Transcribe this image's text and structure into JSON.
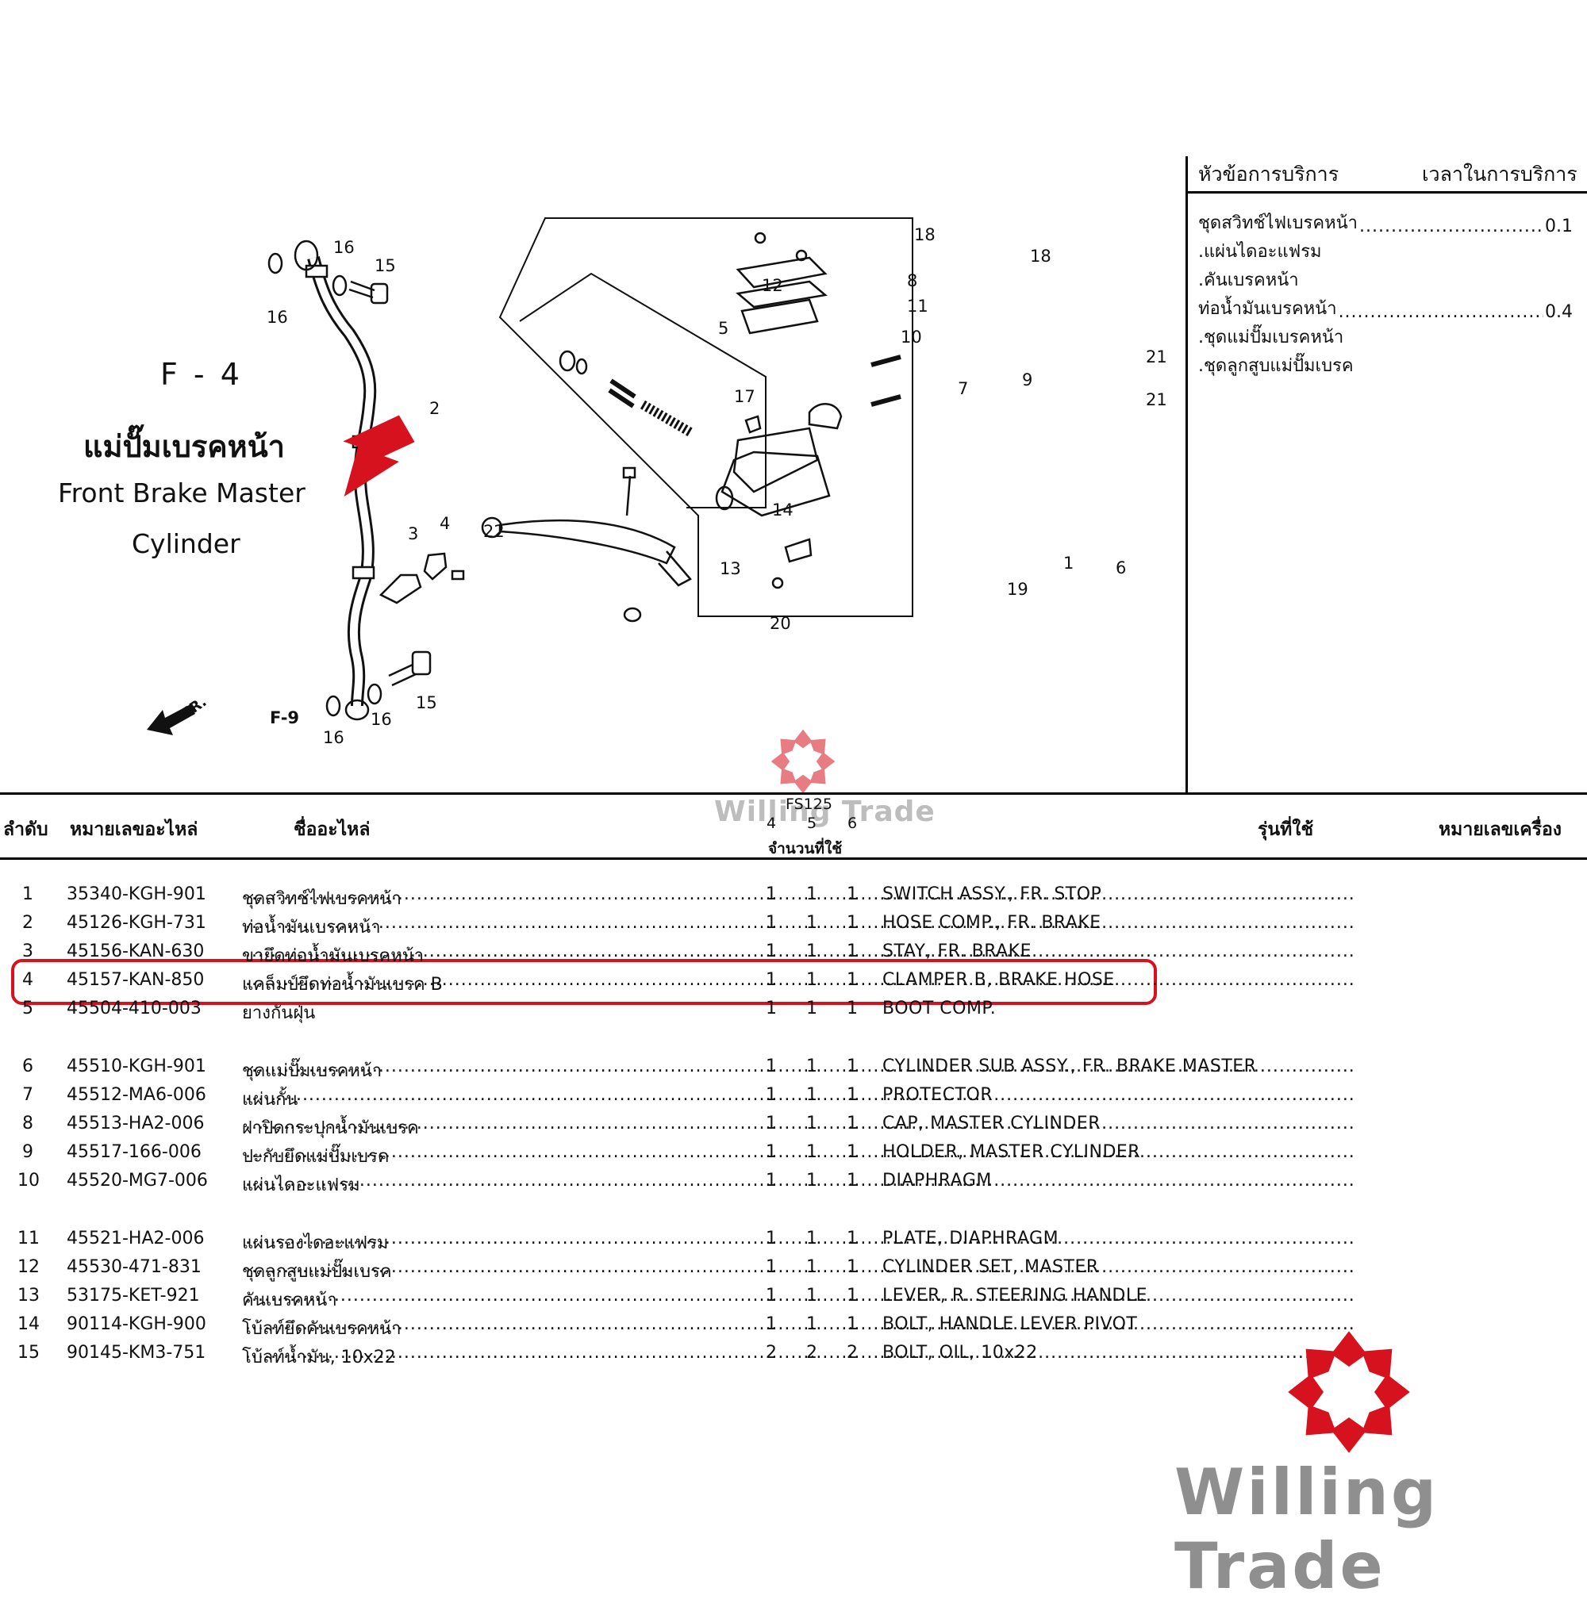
{
  "figure": {
    "code": "F - 4",
    "title_thai": "แม่ปั๊มเบรคหน้า",
    "title_en_line1": "Front Brake Master",
    "title_en_line2": "Cylinder",
    "ref_fr": "FR.",
    "ref_f9": "F-9",
    "callouts": [
      "1",
      "2",
      "3",
      "4",
      "5",
      "6",
      "7",
      "8",
      "9",
      "10",
      "11",
      "12",
      "13",
      "14",
      "15",
      "16",
      "17",
      "18",
      "19",
      "20",
      "21",
      "22"
    ]
  },
  "service": {
    "header_left": "หัวข้อการบริการ",
    "header_right": "เวลาในการบริการ",
    "rows": [
      {
        "label": "ชุดสวิทช์ไฟเบรคหน้า",
        "time": "0.1"
      },
      {
        "label": ".แผ่นไดอะแฟรม",
        "time": ""
      },
      {
        "label": ".คันเบรคหน้า",
        "time": ""
      },
      {
        "label": "ท่อน้ำมันเบรคหน้า",
        "time": "0.4"
      },
      {
        "label": ".ชุดแม่ปั๊มเบรคหน้า",
        "time": ""
      },
      {
        "label": ".ชุดลูกสูบแม่ปั๊มเบรค",
        "time": ""
      }
    ]
  },
  "table": {
    "col_no": "ลำดับ",
    "col_part": "หมายเลขอะไหล่",
    "col_name": "ชื่ออะไหล่",
    "model": "FS125",
    "qty_cols": [
      "4",
      "5",
      "6"
    ],
    "qty_label": "จำนวนที่ใช้",
    "col_model": "รุ่นที่ใช้",
    "col_engine": "หมายเลขเครื่อง",
    "rows": [
      {
        "no": "1",
        "part": "35340-KGH-901",
        "thai": "ชุดสวิทช์ไฟเบรคหน้า",
        "q": [
          "1",
          "1",
          "1"
        ],
        "en": "SWITCH ASSY., FR. STOP"
      },
      {
        "no": "2",
        "part": "45126-KGH-731",
        "thai": "ท่อน้ำมันเบรคหน้า",
        "q": [
          "1",
          "1",
          "1"
        ],
        "en": "HOSE COMP., FR. BRAKE"
      },
      {
        "no": "3",
        "part": "45156-KAN-630",
        "thai": "ขายึดท่อน้ำมันเบรคหน้า",
        "q": [
          "1",
          "1",
          "1"
        ],
        "en": "STAY, FR. BRAKE"
      },
      {
        "no": "4",
        "part": "45157-KAN-850",
        "thai": "แคล็มป์ยึดท่อน้ำมันเบรค B",
        "q": [
          "1",
          "1",
          "1"
        ],
        "en": "CLAMPER B, BRAKE HOSE"
      },
      {
        "no": "5",
        "part": "45504-410-003",
        "thai": "ยางกันฝุ่น",
        "q": [
          "1",
          "1",
          "1"
        ],
        "en": "BOOT COMP."
      },
      {
        "no": "6",
        "part": "45510-KGH-901",
        "thai": "ชุดแม่ปั๊มเบรคหน้า",
        "q": [
          "1",
          "1",
          "1"
        ],
        "en": "CYLINDER SUB ASSY., FR. BRAKE MASTER"
      },
      {
        "no": "7",
        "part": "45512-MA6-006",
        "thai": "แผ่นกั้น",
        "q": [
          "1",
          "1",
          "1"
        ],
        "en": "PROTECTOR"
      },
      {
        "no": "8",
        "part": "45513-HA2-006",
        "thai": "ฝาปิดกระปุกน้ำมันเบรค",
        "q": [
          "1",
          "1",
          "1"
        ],
        "en": "CAP, MASTER CYLINDER"
      },
      {
        "no": "9",
        "part": "45517-166-006",
        "thai": "ปะกับยึดแม่ปั๊มเบรค",
        "q": [
          "1",
          "1",
          "1"
        ],
        "en": "HOLDER, MASTER CYLINDER"
      },
      {
        "no": "10",
        "part": "45520-MG7-006",
        "thai": "แผ่นไดอะแฟรม",
        "q": [
          "1",
          "1",
          "1"
        ],
        "en": "DIAPHRAGM"
      },
      {
        "no": "11",
        "part": "45521-HA2-006",
        "thai": "แผ่นรองไดอะแฟรม",
        "q": [
          "1",
          "1",
          "1"
        ],
        "en": "PLATE, DIAPHRAGM"
      },
      {
        "no": "12",
        "part": "45530-471-831",
        "thai": "ชุดลูกสูบแม่ปั๊มเบรค",
        "q": [
          "1",
          "1",
          "1"
        ],
        "en": "CYLINDER SET, MASTER"
      },
      {
        "no": "13",
        "part": "53175-KET-921",
        "thai": "คันเบรคหน้า",
        "q": [
          "1",
          "1",
          "1"
        ],
        "en": "LEVER, R. STEERING HANDLE"
      },
      {
        "no": "14",
        "part": "90114-KGH-900",
        "thai": "โบ้ลท์ยึดคันเบรคหน้า",
        "q": [
          "1",
          "1",
          "1"
        ],
        "en": "BOLT, HANDLE LEVER PIVOT"
      },
      {
        "no": "15",
        "part": "90145-KM3-751",
        "thai": "โบ้ลท์น้ำมัน, 10x22",
        "q": [
          "2",
          "2",
          "2"
        ],
        "en": "BOLT, OIL, 10x22"
      }
    ]
  },
  "brand": {
    "name": "Willing Trade",
    "accent": "#d5121e",
    "text_color": "#8f8f8f"
  }
}
